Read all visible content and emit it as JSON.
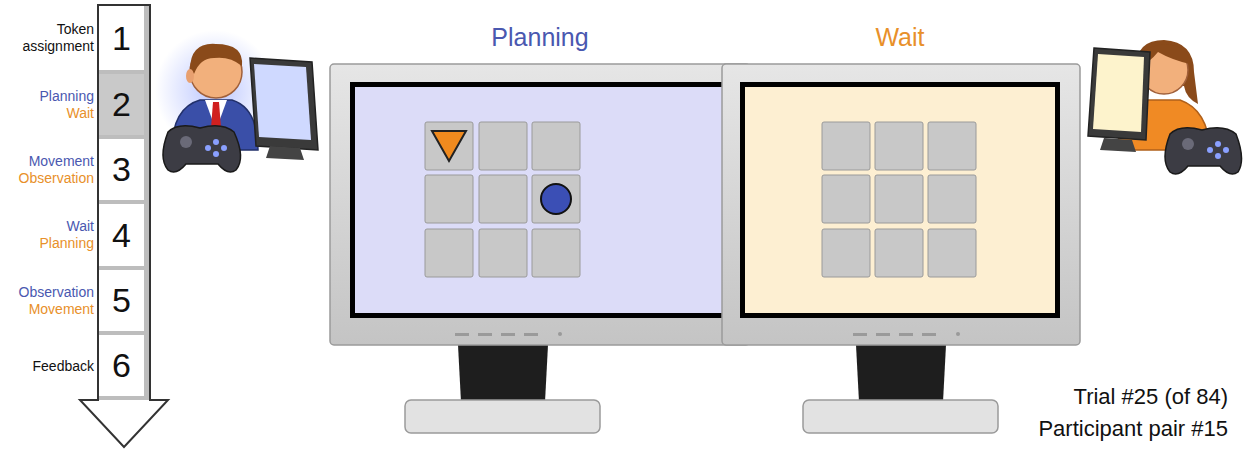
{
  "diagram": {
    "nodes": [
      {
        "text": [
          "Token assignment",
          "1"
        ]
      },
      {
        "text": [
          "Planning",
          "Wait",
          "2"
        ]
      },
      {
        "text": [
          "Movement",
          "Observation",
          "3"
        ]
      },
      {
        "text": [
          "Wait",
          "Planning",
          "4"
        ]
      },
      {
        "text": [
          "Observation",
          "Movement",
          "5"
        ]
      },
      {
        "text": [
          "Feedback",
          "6"
        ]
      },
      {
        "text": [
          "Planning"
        ]
      },
      {
        "text": [
          "Wait"
        ]
      }
    ],
    "labels": [
      "Trial #25 (of 84)",
      "Participant pair #15"
    ]
  }
}
